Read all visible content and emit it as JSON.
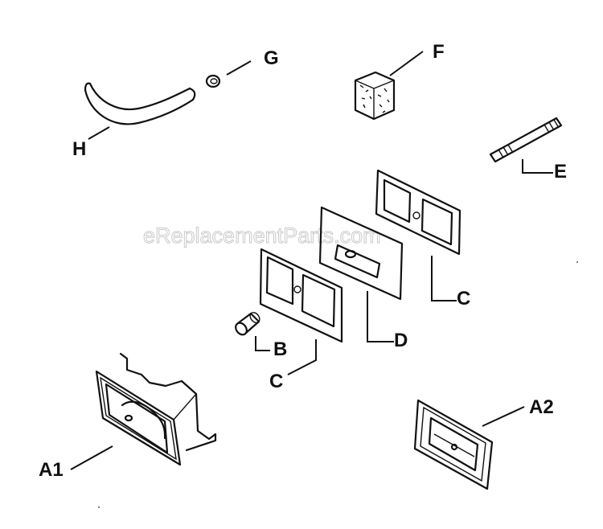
{
  "watermark": "eReplacementParts.com",
  "parts": [
    {
      "id": "A1",
      "label": "A1"
    },
    {
      "id": "A2",
      "label": "A2"
    },
    {
      "id": "B",
      "label": "B"
    },
    {
      "id": "C1",
      "label": "C"
    },
    {
      "id": "C2",
      "label": "C"
    },
    {
      "id": "D",
      "label": "D"
    },
    {
      "id": "E",
      "label": "E"
    },
    {
      "id": "F",
      "label": "F"
    },
    {
      "id": "G",
      "label": "G"
    },
    {
      "id": "H",
      "label": "H"
    }
  ]
}
